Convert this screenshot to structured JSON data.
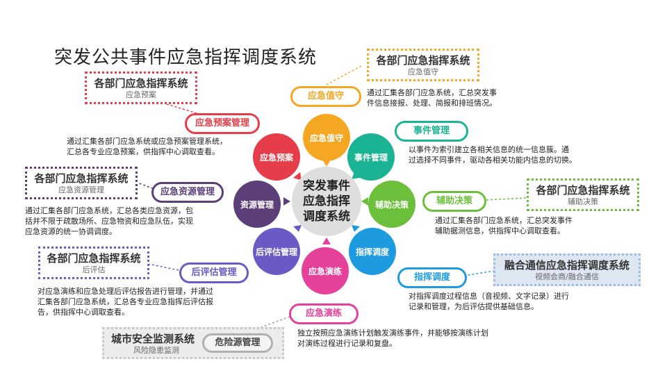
{
  "title": "突发公共事件应急指挥调度系统",
  "center": {
    "line1": "突发事件",
    "line2": "应急指挥",
    "line3": "调度系统"
  },
  "circles": {
    "duty": "应急值守",
    "event": "事件管理",
    "decision": "辅助决策",
    "dispatch": "指挥调度",
    "drill": "应急演练",
    "eval": "后评估管理",
    "resource": "资源管理",
    "plan": "应急预案"
  },
  "pills": {
    "duty": "应急值守",
    "event": "事件管理",
    "decision": "辅助决策",
    "dispatch": "指挥调度",
    "drill": "应急演练",
    "eval": "后评估管理",
    "resource": "应急资源管理",
    "plan": "应急预案管理",
    "hazard": "危险源管理"
  },
  "systems": {
    "duty": {
      "title": "各部门应急指挥系统",
      "sub": "应急值守"
    },
    "plan": {
      "title": "各部门应急指挥系统",
      "sub": "应急预案"
    },
    "resource": {
      "title": "各部门应急指挥系统",
      "sub": "应急资源管理"
    },
    "decision": {
      "title": "各部门应急指挥系统",
      "sub": "辅助决策"
    },
    "eval": {
      "title": "各部门应急指挥系统",
      "sub": "后评估"
    },
    "dispatch": {
      "title": "融合通信应急指挥调度系统",
      "sub": "视频会商/融合通信"
    },
    "hazard": {
      "title": "城市安全监测系统",
      "sub": "风险隐患监测"
    }
  },
  "descriptions": {
    "duty": [
      "通过汇集各部门应急系统，汇总突发事",
      "件信息接报、处理、简报和排班情况。"
    ],
    "event": [
      "以事件为索引建立各相关信息的统一信息簇。通",
      "过选择不同事件，驱动各相关功能内信息的切换。"
    ],
    "plan": [
      "通过汇集各部门应急系统或应急预案管理系统，",
      "汇总各专业应急预案，供指挥中心调取查看。"
    ],
    "resource": [
      "通过汇集各部门应急系统，汇总各类应急资源，包",
      "括并不限于疏散场所、应急物资和应急队伍，实现",
      "应急资源的统一协调调度。"
    ],
    "decision": [
      "通过汇集各部门应急系统，汇总突发事件",
      "辅助据测信息，供指挥中心调取查看。"
    ],
    "eval": [
      "对应急演练和应急处理后评估报告进行管理，并通过",
      "汇集各部门应急系统，汇总各专业应急指挥后评估报",
      "告，供指挥中心调取查看。"
    ],
    "dispatch": [
      "对指挥调度过程信息（音视频、文字记录）进行",
      "记录和管理，为后评估提供基础信息。"
    ],
    "drill": [
      "独立按照应急演练计划触发演练事件，并能够按演练计划",
      "对演练过程进行记录和复盘。"
    ]
  },
  "colors": {
    "duty": "#f5a623",
    "event": "#1ab394",
    "decision": "#6cbf3a",
    "dispatch": "#1e9be0",
    "drill": "#e6419a",
    "eval": "#6a5ac6",
    "resource": "#5c3f78",
    "plan": "#e63d4a",
    "hazard": "#9e9e9e",
    "dispatch_sys_bg": "#dde6f1"
  }
}
